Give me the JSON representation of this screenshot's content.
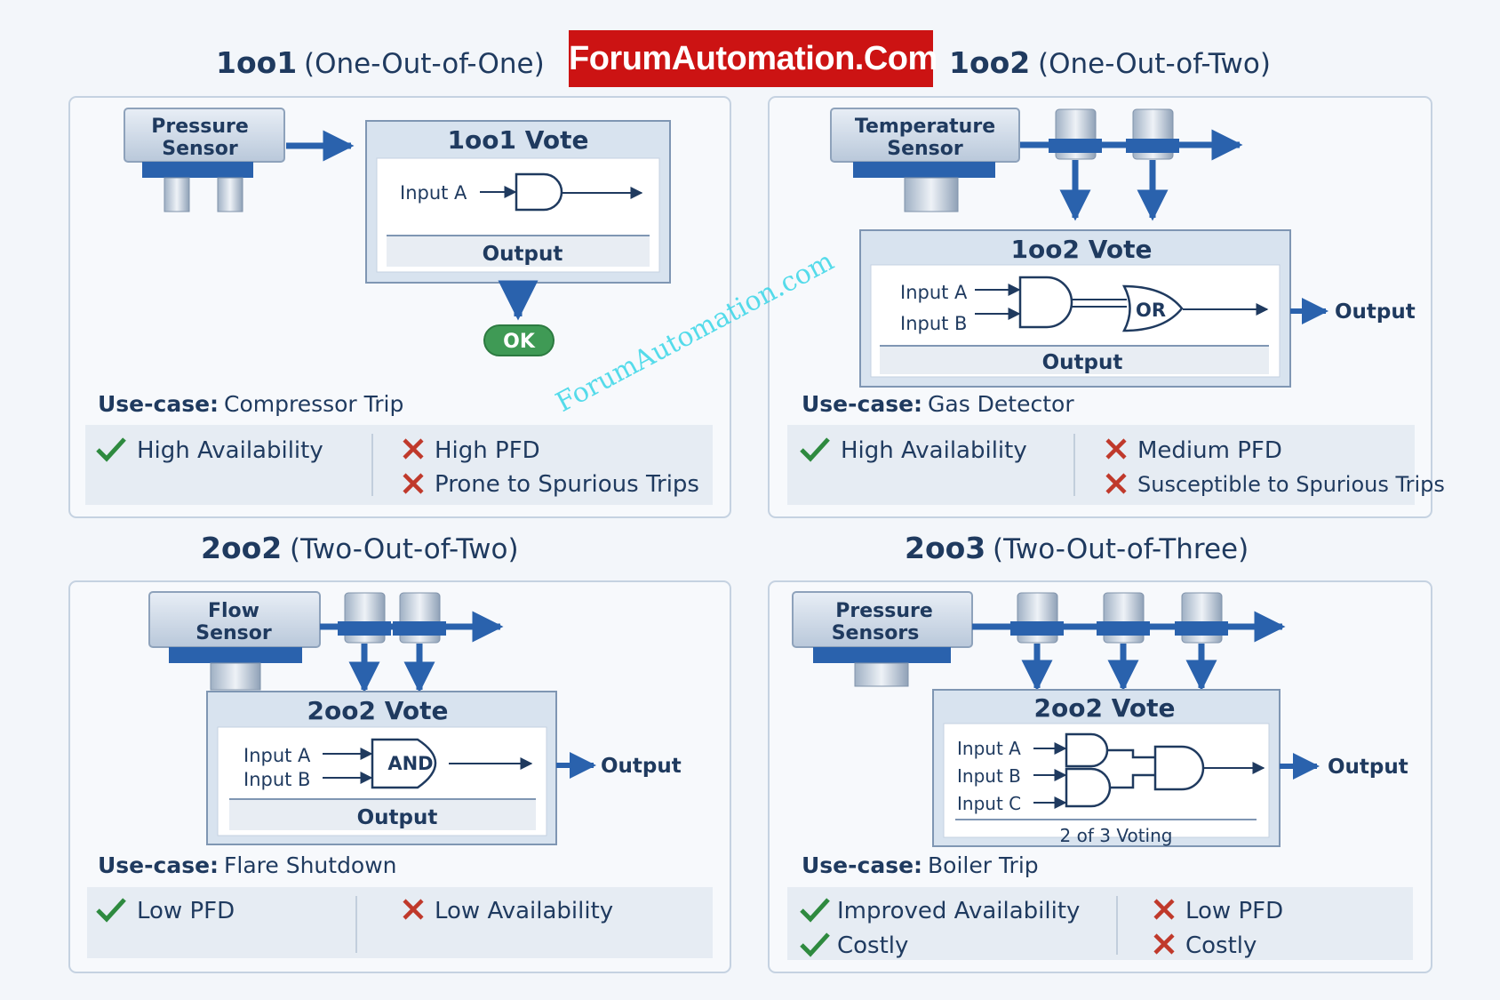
{
  "watermark": {
    "banner": "ForumAutomation.Com",
    "diagonal": "ForumAutomation.com"
  },
  "colors": {
    "accent": "#2a62ad",
    "dark": "#1f3a5f",
    "ok": "#3f9a55",
    "pro": "#2e8a3f",
    "con": "#c0392b",
    "banner": "#cc1313"
  },
  "panels": {
    "p1oo1": {
      "code": "1oo1",
      "name": "(One-Out-of-One)",
      "sensor_l1": "Pressure",
      "sensor_l2": "Sensor",
      "vote_title": "1oo1 Vote",
      "input_a": "Input A",
      "output": "Output",
      "ok_badge": "OK",
      "usecase_label": "Use-case:",
      "usecase_value": "Compressor Trip",
      "pros": [
        "High Availability"
      ],
      "cons": [
        "High PFD",
        "Prone to Spurious Trips"
      ]
    },
    "p1oo2": {
      "code": "1oo2",
      "name": "(One-Out-of-Two)",
      "sensor_l1": "Temperature",
      "sensor_l2": "Sensor",
      "vote_title": "1oo2 Vote",
      "input_a": "Input A",
      "input_b": "Input B",
      "gate": "OR",
      "output": "Output",
      "output_ext": "Output",
      "usecase_label": "Use-case:",
      "usecase_value": "Gas Detector",
      "pros": [
        "High Availability"
      ],
      "cons": [
        "Medium PFD",
        "Susceptible to Spurious Trips"
      ]
    },
    "p2oo2": {
      "code": "2oo2",
      "name": "(Two-Out-of-Two)",
      "sensor_l1": "Flow",
      "sensor_l2": "Sensor",
      "vote_title": "2oo2 Vote",
      "input_a": "Input A",
      "input_b": "Input B",
      "gate": "AND",
      "output": "Output",
      "output_ext": "Output",
      "usecase_label": "Use-case:",
      "usecase_value": "Flare Shutdown",
      "pros": [
        "Low PFD"
      ],
      "cons": [
        "Low Availability"
      ]
    },
    "p2oo3": {
      "code": "2oo3",
      "name": "(Two-Out-of-Three)",
      "sensor_l1": "Pressure",
      "sensor_l2": "Sensors",
      "vote_title": "2oo2 Vote",
      "input_a": "Input A",
      "input_b": "Input B",
      "input_c": "Input C",
      "voting_note": "2 of 3 Voting",
      "output_ext": "Output",
      "usecase_label": "Use-case:",
      "usecase_value": "Boiler Trip",
      "pros": [
        "Improved Availability",
        "Costly"
      ],
      "cons": [
        "Low PFD",
        "Costly"
      ]
    }
  }
}
